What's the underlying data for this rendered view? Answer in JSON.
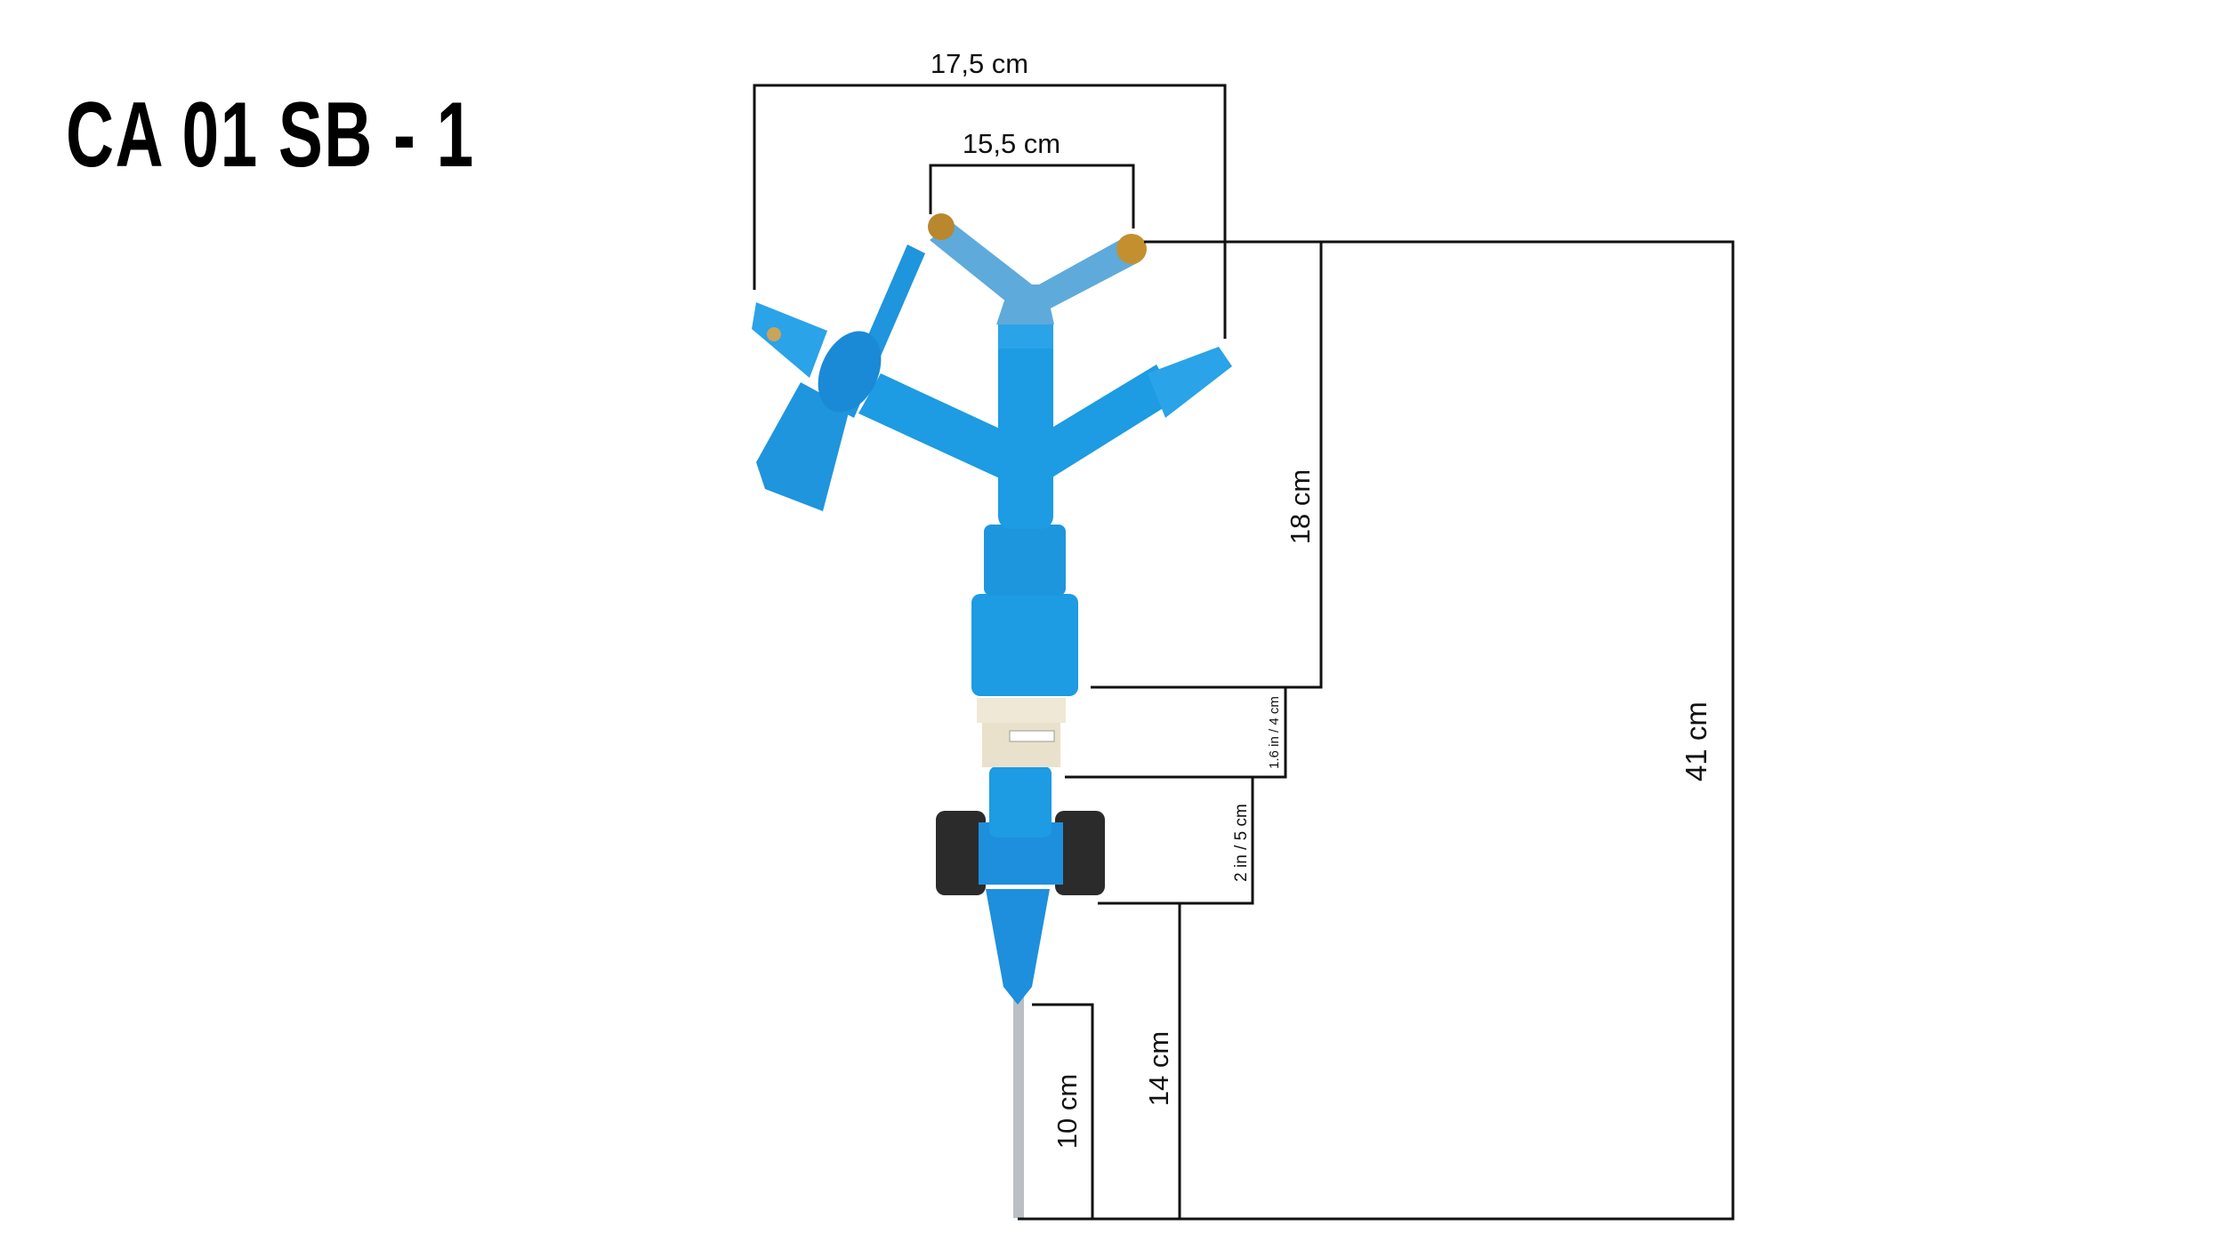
{
  "title": "CA 01 SB - 1",
  "colors": {
    "body_blue": "#1d9be3",
    "arm_blue": "#5eaadb",
    "brass": "#b8872e",
    "dark": "#2b2b2b",
    "cream": "#efe8d6"
  },
  "dimensions": {
    "overall_width": "17,5 cm",
    "top_arm_width": "15,5 cm",
    "total_height": "41 cm",
    "head_height": "18 cm",
    "connector": "1.6 in / 4 cm",
    "base": "2 in / 5 cm",
    "stake_body": "14 cm",
    "spike": "10 cm"
  }
}
